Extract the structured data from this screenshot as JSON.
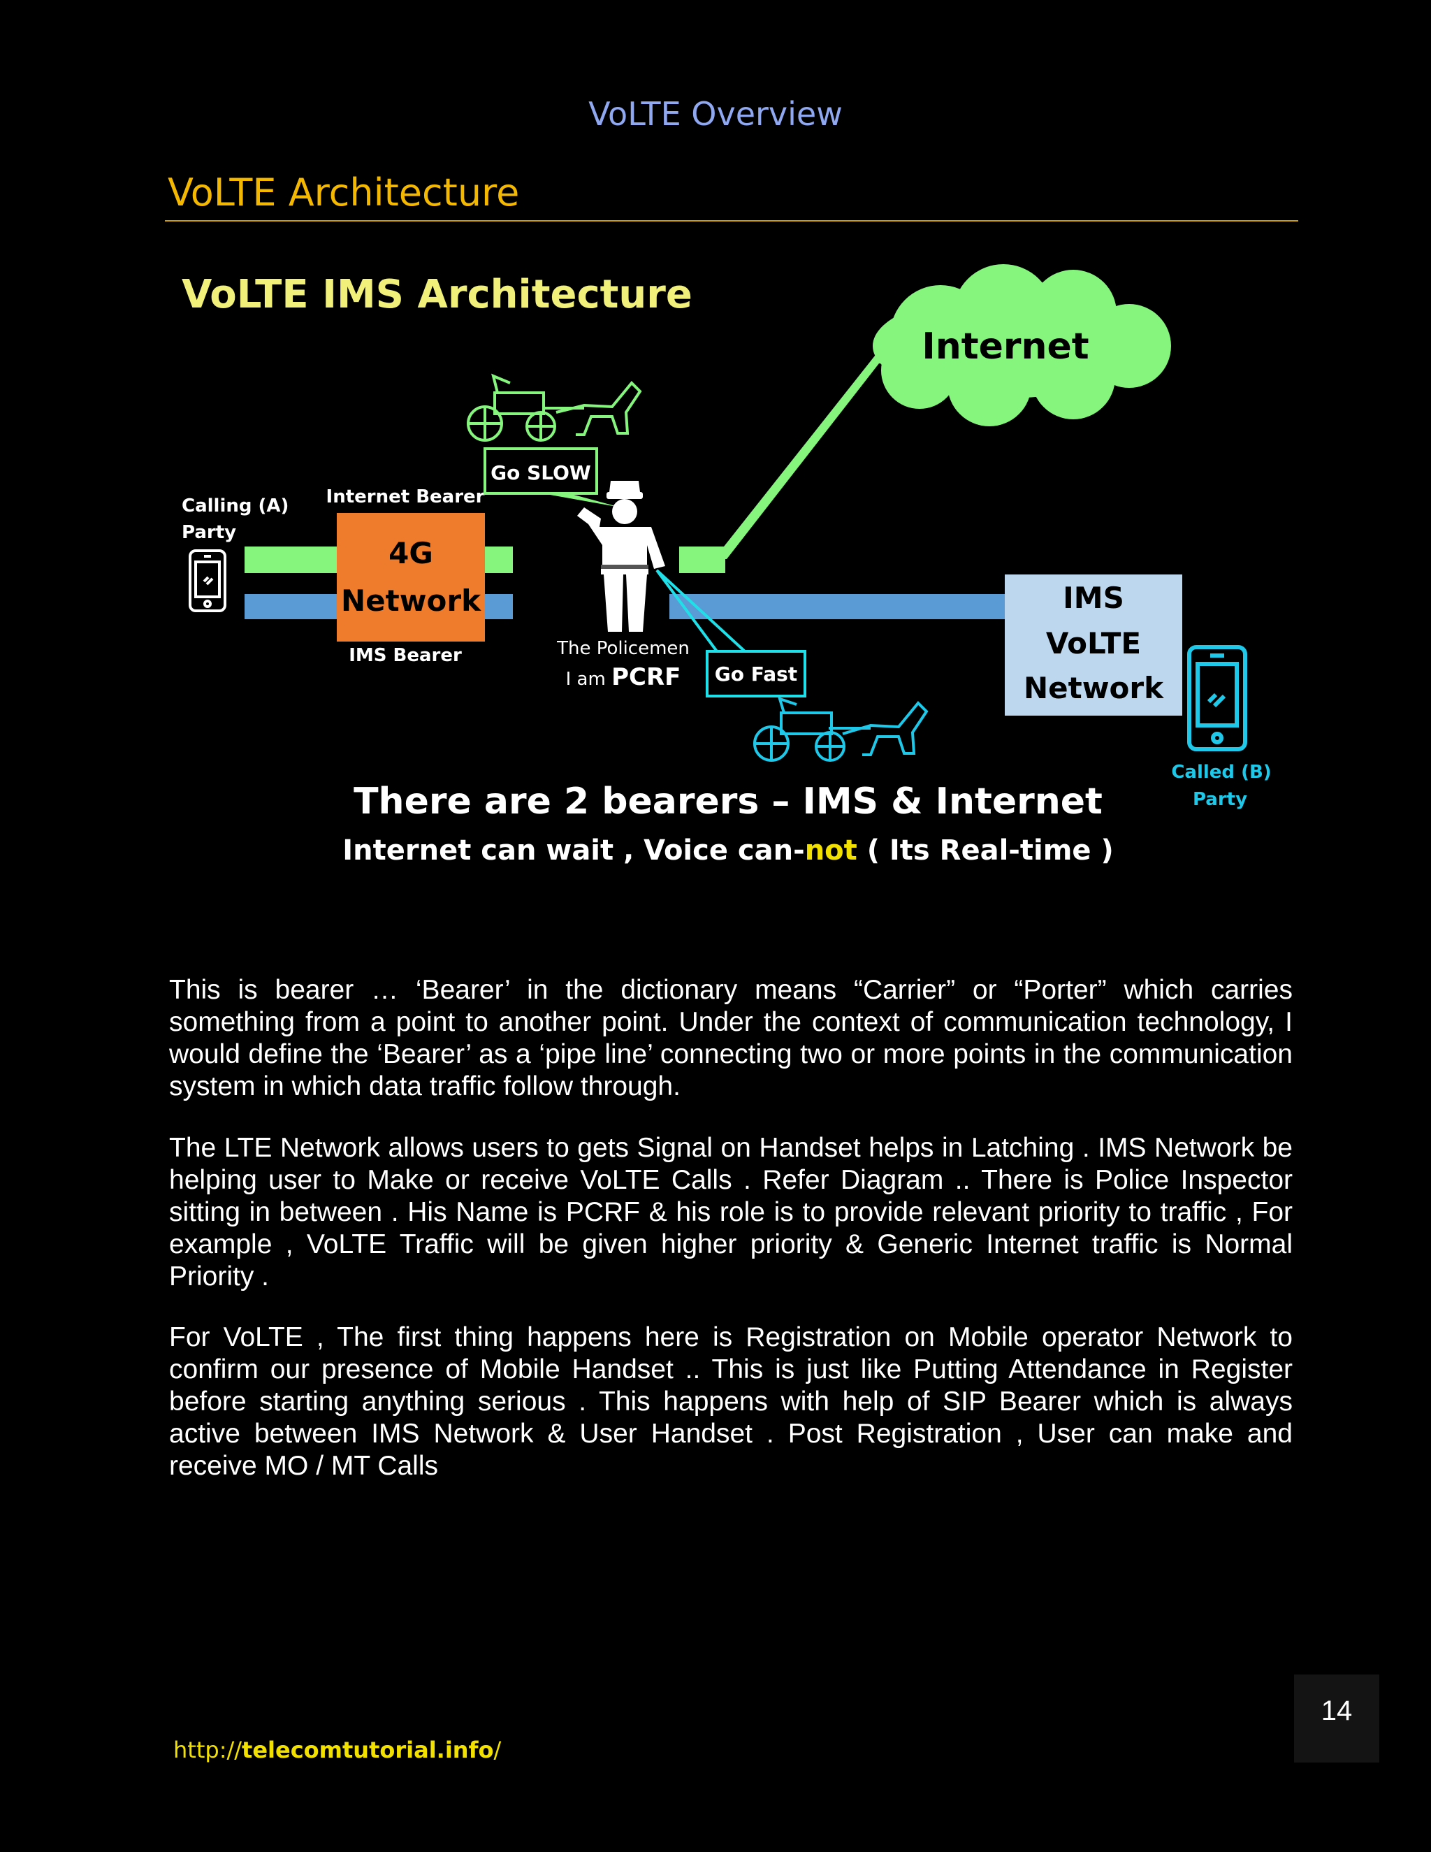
{
  "header": {
    "title": "VoLTE Overview"
  },
  "section": {
    "title": "VoLTE Architecture"
  },
  "diagram": {
    "title": "VoLTE IMS Architecture",
    "internet_label": "Internet",
    "calling_party_line1": "Calling (A)",
    "calling_party_line2": "Party",
    "internet_bearer_label": "Internet Bearer",
    "network_line1": "4G",
    "network_line2": "Network",
    "ims_bearer_label": "IMS Bearer",
    "go_slow": "Go SLOW",
    "go_fast": "Go Fast",
    "policemen_line1": "The Policemen",
    "policemen_line2_prefix": "I am ",
    "policemen_line2_strong": "PCRF",
    "ims_line1": "IMS",
    "ims_line2": "VoLTE",
    "ims_line3": "Network",
    "called_party_line1": "Called (B)",
    "called_party_line2": "Party",
    "caption_line1": "There are 2 bearers – IMS & Internet",
    "caption_line2_a": "Internet can wait , Voice can-",
    "caption_line2_not": "not",
    "caption_line2_b": " ( Its Real-time )",
    "colors": {
      "internet_bearer": "#86f57e",
      "ims_bearer": "#5b9bd5",
      "network_box": "#ef7b2c",
      "ims_box": "#bdd7ee",
      "cyan": "#1fc8e8",
      "title_yellow": "#f0f07a"
    }
  },
  "paragraphs": [
    "This is bearer … ‘Bearer’ in the dictionary means “Carrier” or “Porter” which carries something from a point to another point. Under the context of communication technology, I would define the ‘Bearer’ as a ‘pipe line’ connecting two or more points in the communication system in which data traffic follow through.",
    "The LTE Network allows users to gets Signal on Handset helps in Latching . IMS Network be helping user to Make or receive VoLTE Calls . Refer Diagram .. There is Police Inspector sitting in between . His Name is PCRF & his role is to provide relevant priority to traffic  , For example , VoLTE Traffic will be given higher priority & Generic Internet traffic is Normal Priority .",
    "For VoLTE , The first thing happens here is Registration on Mobile operator Network to confirm our presence of Mobile Handset .. This is just like Putting Attendance in Register before starting anything serious . This happens with help of SIP Bearer which is always active between IMS Network & User Handset . Post Registration , User can make and receive MO / MT Calls"
  ],
  "footer": {
    "link_prefix": "http://",
    "link_domain": "telecomtutorial.info",
    "link_suffix": "/"
  },
  "page_number": "14"
}
